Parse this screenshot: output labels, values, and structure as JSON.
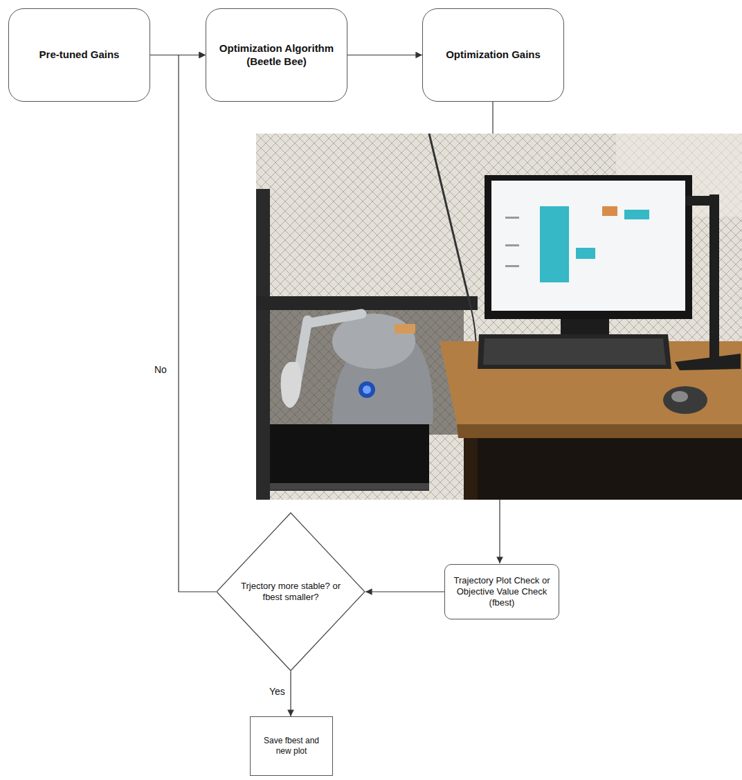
{
  "diagram": {
    "nodes": [
      {
        "text": [
          "Pre-tuned Gains"
        ]
      },
      {
        "text": [
          "Optimization Algorithm (Beetle Bee)"
        ]
      },
      {
        "text": [
          "Optimization Gains"
        ]
      },
      {
        "text": [
          "Trajectory Plot Check or Objective Value Check (fbest)"
        ]
      },
      {
        "text": [
          "Trjectory more stable? or fbest smaller?"
        ]
      },
      {
        "text": [
          "Save fbest and new plot"
        ]
      }
    ],
    "edges": [
      {
        "from": 0,
        "to": 1,
        "arrow": "to"
      },
      {
        "from": 1,
        "to": 2,
        "arrow": "to"
      },
      {
        "from": 3,
        "to": 4,
        "arrow": "to"
      },
      {
        "from": 4,
        "to": 5,
        "label": "Yes",
        "arrow": "to"
      },
      {
        "from": 4,
        "to": 1,
        "label": "No",
        "arrow": "to"
      }
    ]
  }
}
